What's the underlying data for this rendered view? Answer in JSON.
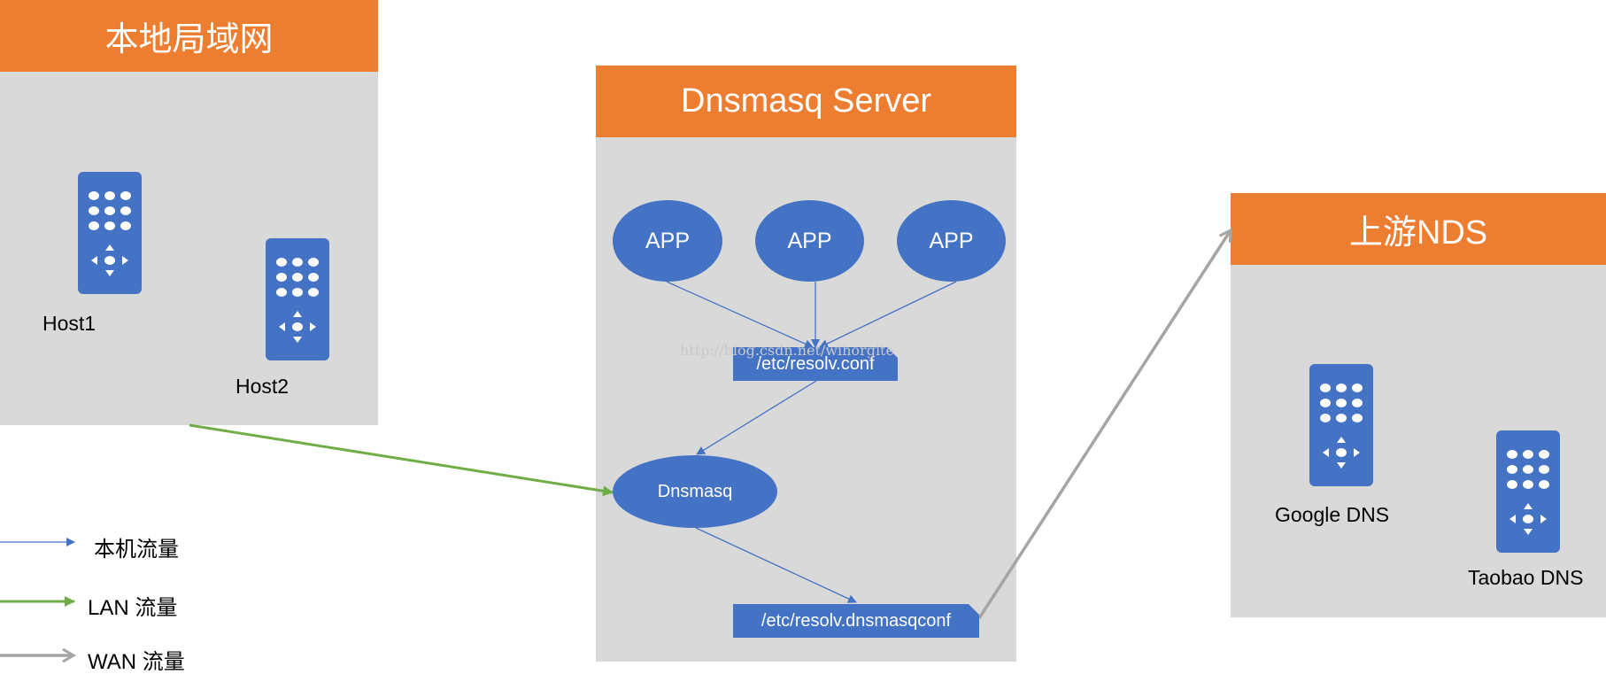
{
  "lan_panel": {
    "title": "本地局域网",
    "hosts": [
      {
        "label": "Host1"
      },
      {
        "label": "Host2"
      }
    ]
  },
  "server_panel": {
    "title": "Dnsmasq Server",
    "apps": [
      {
        "label": "APP"
      },
      {
        "label": "APP"
      },
      {
        "label": "APP"
      }
    ],
    "resolv_conf": "/etc/resolv.conf",
    "dnsmasq": "Dnsmasq",
    "resolv_dnsmasq_conf": "/etc/resolv.dnsmasqconf"
  },
  "upstream_panel": {
    "title": "上游NDS",
    "servers": [
      {
        "label": "Google DNS"
      },
      {
        "label": "Taobao DNS"
      }
    ]
  },
  "legend": {
    "items": [
      {
        "label": "本机流量",
        "color": "#4472c4"
      },
      {
        "label": "LAN 流量",
        "color": "#70ad47"
      },
      {
        "label": "WAN 流量",
        "color": "#a5a5a5"
      }
    ]
  },
  "watermark": "http://blog.csdn.net/wihorgite",
  "colors": {
    "header": "#ed7d31",
    "panel": "#d9d9d9",
    "node": "#4472c4",
    "local_flow": "#4472c4",
    "lan_flow": "#70ad47",
    "wan_flow": "#a5a5a5"
  },
  "icons": {
    "device": "remote-control-icon"
  }
}
